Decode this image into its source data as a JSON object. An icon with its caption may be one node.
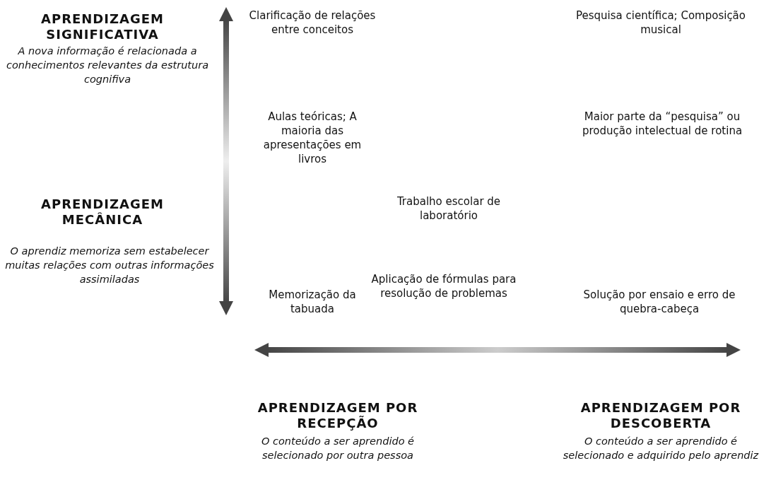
{
  "diagram": {
    "labels": [
      "APRENDIZAGEM SIGNIFICATIVA",
      "A nova informação é relacionada a conhecimentos relevantes da estrutura cognifiva",
      "Clarificação de relações entre conceitos",
      "Pesquisa científica; Composição musical",
      "Aulas teóricas; A maioria das apresentações em livros",
      "Maior parte da “pesquisa” ou produção intelectual de rotina",
      "Trabalho escolar de laboratório",
      "APRENDIZAGEM MECÂNICA",
      "O aprendiz memoriza sem estabelecer muitas relações com outras informações assimiladas",
      "Memorização da tabuada",
      "Aplicação de fórmulas para resolução de problemas",
      "Solução por ensaio e erro de quebra-cabeça",
      "APRENDIZAGEM POR RECEPÇÃO",
      "O conteúdo a ser aprendido é selecionado por outra pessoa",
      "APRENDIZAGEM POR DESCOBERTA",
      "O conteúdo a ser aprendido é selecionado e adquirido pelo aprendiz"
    ]
  }
}
